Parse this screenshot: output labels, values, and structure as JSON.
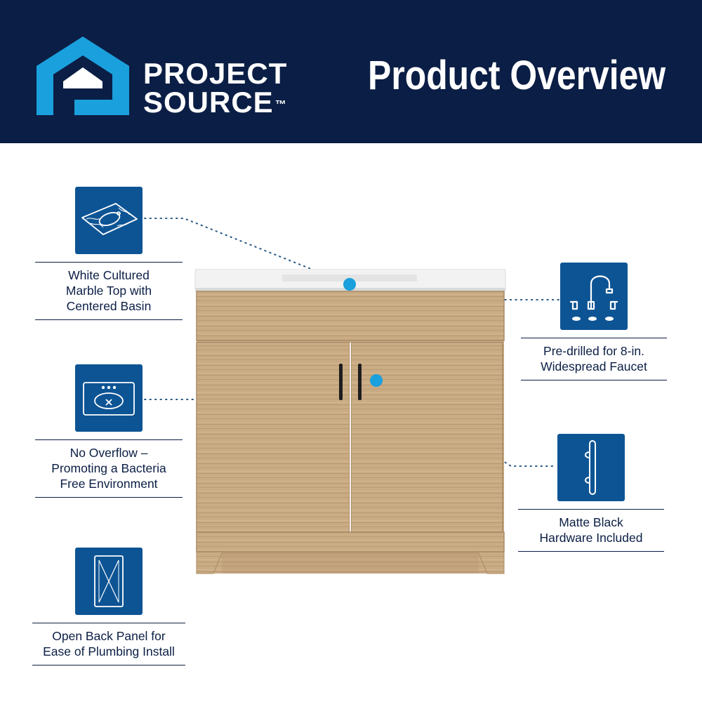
{
  "header": {
    "brand_line1": "PROJECT",
    "brand_line2": "SOURCE",
    "brand_tm": "™",
    "title": "Product Overview"
  },
  "colors": {
    "header_bg": "#0b1e45",
    "tile_bg": "#0d5494",
    "logo_blue": "#1aa0dd",
    "hotspot": "#1aa0dd",
    "wood": "#c8aa82"
  },
  "features": [
    {
      "icon": "marble-top-icon",
      "lines": [
        "White Cultured",
        "Marble Top with",
        "Centered Basin"
      ]
    },
    {
      "icon": "no-overflow-sink-icon",
      "lines": [
        "No Overflow –",
        "Promoting a Bacteria",
        "Free Environment"
      ]
    },
    {
      "icon": "open-back-panel-icon",
      "lines": [
        "Open Back Panel for",
        "Ease of Plumbing Install"
      ]
    },
    {
      "icon": "faucet-icon",
      "lines": [
        "Pre-drilled for 8-in.",
        "Widespread Faucet"
      ]
    },
    {
      "icon": "handle-hardware-icon",
      "lines": [
        "Matte Black",
        "Hardware Included"
      ]
    }
  ]
}
